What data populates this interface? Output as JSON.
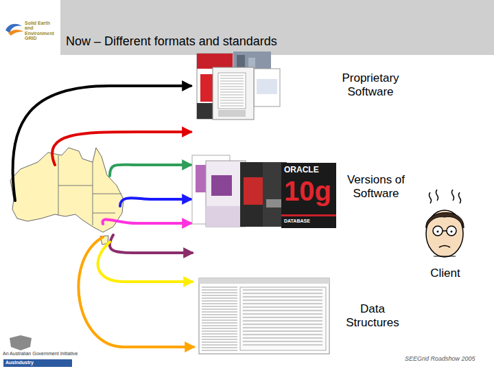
{
  "diagram": {
    "title": "Now – Different formats and standards",
    "nodes": [
      {
        "text": [
          "Proprietary Software"
        ]
      },
      {
        "text": [
          "Versions of Software"
        ]
      },
      {
        "text": [
          "Client"
        ]
      },
      {
        "text": [
          "Data Structures"
        ]
      }
    ],
    "labels": [
      "Solid Earth and Environment GRID",
      "ORACLE",
      "10g",
      "DATABASE",
      "An Australian Government Initiative",
      "AusIndustry",
      "SEEGrid Roadshow 2005"
    ]
  }
}
